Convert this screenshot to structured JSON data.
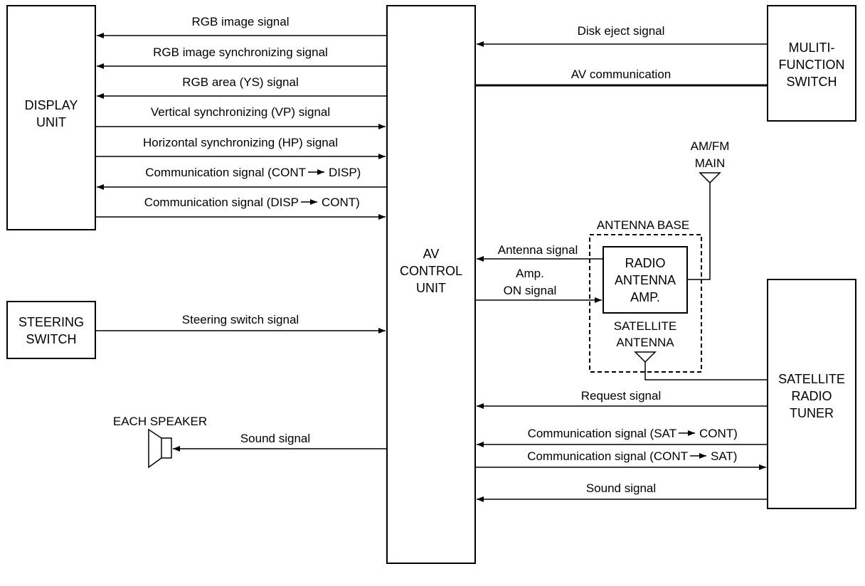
{
  "boxes": {
    "display_unit": [
      "DISPLAY",
      "UNIT"
    ],
    "av_control_unit": [
      "AV",
      "CONTROL",
      "UNIT"
    ],
    "multifunction_switch": [
      "MULITI-",
      "FUNCTION",
      "SWITCH"
    ],
    "steering_switch": [
      "STEERING",
      "SWITCH"
    ],
    "radio_antenna_amp": [
      "RADIO",
      "ANTENNA",
      "AMP."
    ],
    "satellite_radio_tuner": [
      "SATELLITE",
      "RADIO",
      "TUNER"
    ]
  },
  "labels": {
    "antenna_base": "ANTENNA BASE",
    "satellite_antenna": [
      "SATELLITE",
      "ANTENNA"
    ],
    "am_fm_main": [
      "AM/FM",
      "MAIN"
    ],
    "each_speaker": "EACH SPEAKER"
  },
  "signals": {
    "rgb_image": "RGB image signal",
    "rgb_sync": "RGB image synchronizing signal",
    "rgb_area": "RGB area (YS) signal",
    "vertical_sync": "Vertical synchronizing (VP) signal",
    "horizontal_sync": "Horizontal synchronizing (HP) signal",
    "comm_cont_disp": [
      "Communication signal (CONT",
      "DISP)"
    ],
    "comm_disp_cont": [
      "Communication signal (DISP",
      "CONT)"
    ],
    "steering": "Steering switch signal",
    "sound_speaker": "Sound signal",
    "disk_eject": "Disk eject signal",
    "av_communication": "AV communication",
    "antenna": "Antenna signal",
    "amp_on": [
      "Amp.",
      "ON signal"
    ],
    "request": "Request signal",
    "comm_sat_cont": [
      "Communication signal (SAT",
      "CONT)"
    ],
    "comm_cont_sat": [
      "Communication signal (CONT",
      "SAT)"
    ],
    "sound_tuner": "Sound signal"
  }
}
